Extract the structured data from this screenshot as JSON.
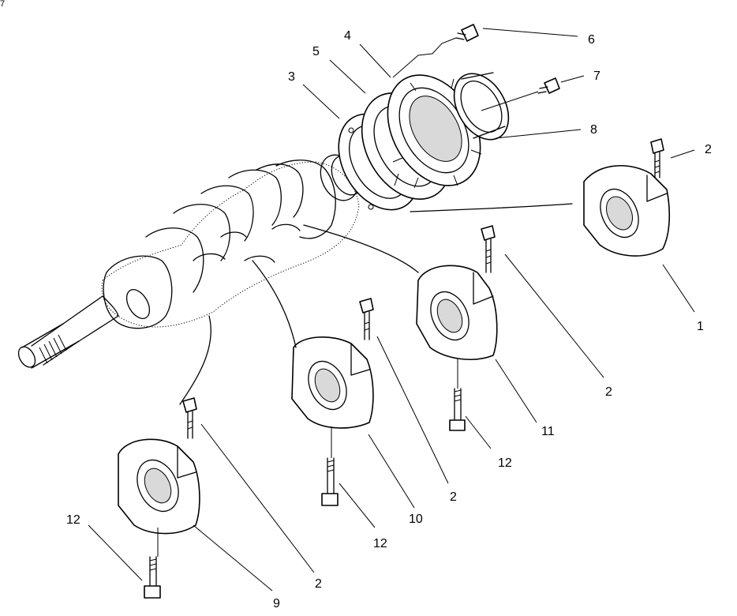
{
  "diagram": {
    "corner_mark": "7",
    "callouts": [
      {
        "id": "c6",
        "text": "6"
      },
      {
        "id": "c4",
        "text": "4"
      },
      {
        "id": "c5",
        "text": "5"
      },
      {
        "id": "c7",
        "text": "7"
      },
      {
        "id": "c3",
        "text": "3"
      },
      {
        "id": "c8",
        "text": "8"
      },
      {
        "id": "c2a",
        "text": "2"
      },
      {
        "id": "c1",
        "text": "1"
      },
      {
        "id": "c2b",
        "text": "2"
      },
      {
        "id": "c11",
        "text": "11"
      },
      {
        "id": "c12a",
        "text": "12"
      },
      {
        "id": "c2c",
        "text": "2"
      },
      {
        "id": "c10",
        "text": "10"
      },
      {
        "id": "c12b",
        "text": "12"
      },
      {
        "id": "c12c",
        "text": "12"
      },
      {
        "id": "c2d",
        "text": "2"
      },
      {
        "id": "c9",
        "text": "9"
      }
    ]
  }
}
